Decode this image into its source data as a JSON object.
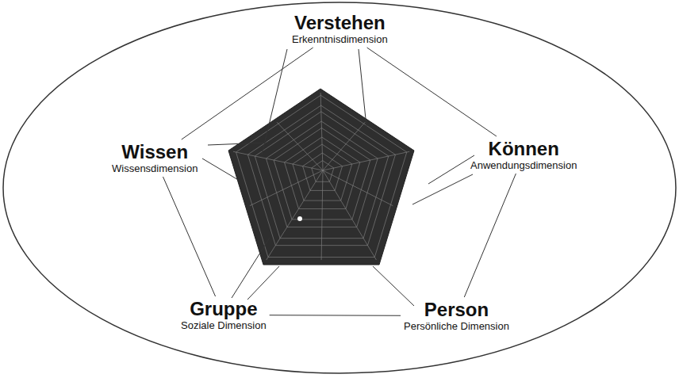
{
  "diagram": {
    "nodes": [
      {
        "text": [
          "Verstehen",
          "Erkenntnisdimension"
        ]
      },
      {
        "text": [
          "Wissen",
          "Wissensdimension"
        ]
      },
      {
        "text": [
          "Können",
          "Anwendungsdimension"
        ]
      },
      {
        "text": [
          "Gruppe",
          "Soziale Dimension"
        ]
      },
      {
        "text": [
          "Person",
          "Persönliche Dimension"
        ]
      }
    ],
    "edges": [
      {
        "from": 0,
        "to": 1,
        "arrow": "none"
      },
      {
        "from": 0,
        "to": 2,
        "arrow": "none"
      },
      {
        "from": 1,
        "to": 3,
        "arrow": "none"
      },
      {
        "from": 2,
        "to": 4,
        "arrow": "none"
      },
      {
        "from": 3,
        "to": 4,
        "arrow": "none"
      }
    ]
  }
}
